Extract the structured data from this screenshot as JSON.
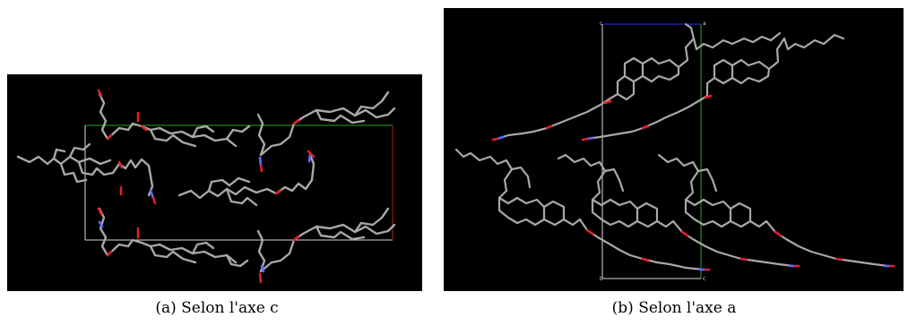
{
  "figures": [
    {
      "label": "(a)",
      "caption": "Selon l'axe c"
    },
    {
      "label": "(b)",
      "caption": "Selon l'axe a"
    }
  ],
  "cell_labels_b": {
    "origin": "c",
    "top_right": "a",
    "bottom_left": "b",
    "bottom_right": "c"
  },
  "colors": {
    "background": "#000000",
    "bond": "#a8a8a8",
    "oxygen": "#e0202a",
    "nitrogen": "#5a6cff",
    "cell_green": "#2ea02e",
    "cell_red": "#b02020",
    "cell_blue": "#2a2aff",
    "cell_white": "#d8d8d8"
  }
}
